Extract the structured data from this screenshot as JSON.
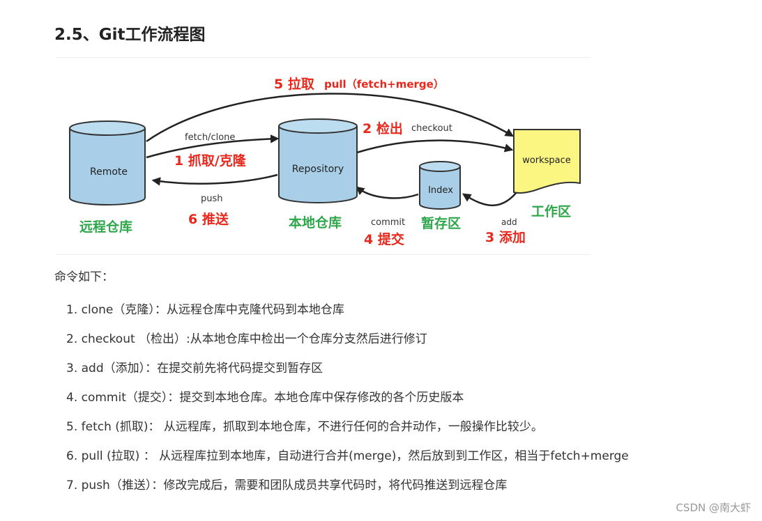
{
  "heading": "2.5、Git工作流程图",
  "diagram": {
    "remote_node": "Remote",
    "remote_caption": "远程仓库",
    "repo_node": "Repository",
    "repo_caption": "本地仓库",
    "index_node": "Index",
    "index_caption": "暂存区",
    "workspace_node": "workspace",
    "workspace_caption": "工作区",
    "pull_step": "5 拉取",
    "pull_cmd": "pull（fetch+merge）",
    "fetch_cmd": "fetch/clone",
    "fetch_step": "1 抓取/克隆",
    "push_cmd": "push",
    "push_step": "6 推送",
    "checkout_step": "2 检出",
    "checkout_cmd": "checkout",
    "commit_cmd": "commit",
    "commit_step": "4 提交",
    "add_cmd": "add",
    "add_step": "3 添加",
    "colors": {
      "cylinder": "#a9cfe8",
      "note": "#fbf582",
      "red_label": "#e8281c",
      "green_label": "#2ea64a"
    }
  },
  "intro": "命令如下：",
  "commands": [
    "1. clone（克隆）：从远程仓库中克隆代码到本地仓库",
    "2. checkout （检出）:从本地仓库中检出一个仓库分支然后进行修订",
    "3. add（添加）：在提交前先将代码提交到暂存区",
    "4. commit（提交）：提交到本地仓库。本地仓库中保存修改的各个历史版本",
    "5. fetch (抓取)： 从远程库，抓取到本地仓库，不进行任何的合并动作，一般操作比较少。",
    "6. pull (拉取) ： 从远程库拉到本地库，自动进行合并(merge)，然后放到到工作区，相当于fetch+merge",
    "7. push（推送）：修改完成后，需要和团队成员共享代码时，将代码推送到远程仓库"
  ],
  "watermark": "CSDN @南大虾"
}
